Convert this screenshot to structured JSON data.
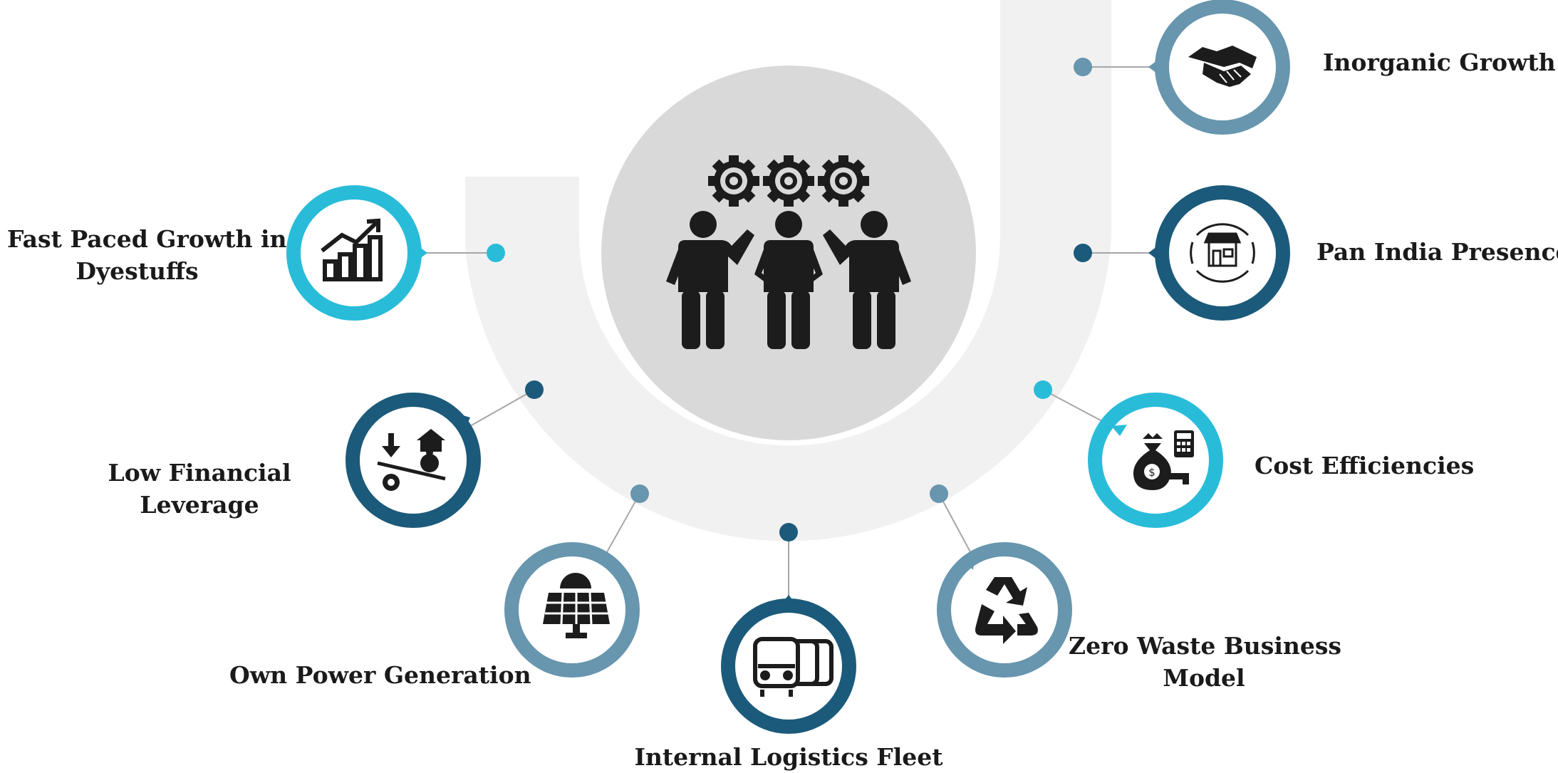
{
  "colors": {
    "light_blue": "#29bcd9",
    "dark_blue": "#1b5a7a",
    "gray_blue": "#6796ae",
    "track": "#f1f1f1",
    "center_circle": "#d9d9d9",
    "icon": "#1c1c1c"
  },
  "center": {
    "icon": "team-with-gears-icon"
  },
  "items": [
    {
      "id": "fast-paced-growth",
      "lines": [
        "Fast Paced Growth in",
        "Dyestuffs"
      ],
      "icon": "growth-chart-icon",
      "color": "light_blue"
    },
    {
      "id": "low-financial-leverage",
      "lines": [
        "Low Financial",
        "Leverage"
      ],
      "icon": "financial-balance-icon",
      "color": "dark_blue"
    },
    {
      "id": "own-power-generation",
      "lines": [
        "Own Power Generation"
      ],
      "icon": "solar-panel-icon",
      "color": "gray_blue"
    },
    {
      "id": "internal-logistics-fleet",
      "lines": [
        "Internal Logistics Fleet"
      ],
      "icon": "bus-fleet-icon",
      "color": "dark_blue"
    },
    {
      "id": "zero-waste-business-model",
      "lines": [
        "Zero Waste Business",
        "Model"
      ],
      "icon": "recycle-icon",
      "color": "gray_blue"
    },
    {
      "id": "cost-efficiencies",
      "lines": [
        "Cost Efficiencies"
      ],
      "icon": "money-key-calculator-icon",
      "color": "light_blue"
    },
    {
      "id": "pan-india-presence",
      "lines": [
        "Pan India Presence"
      ],
      "icon": "store-network-icon",
      "color": "dark_blue"
    },
    {
      "id": "inorganic-growth",
      "lines": [
        "Inorganic Growth"
      ],
      "icon": "handshake-icon",
      "color": "gray_blue"
    }
  ]
}
